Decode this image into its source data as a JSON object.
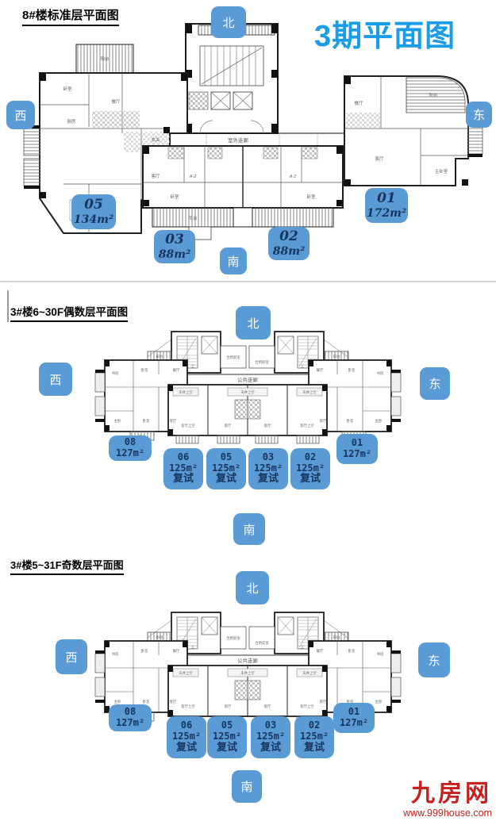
{
  "big_title": "3期平面图",
  "compass": {
    "north": "北",
    "south": "南",
    "west": "西",
    "east": "东"
  },
  "footer": {
    "logo": "九房网",
    "url": "www.999house.com"
  },
  "rooms": {
    "corridor_outdoor": "室外走廊",
    "corridor_public": "公共走廊",
    "shared_lobby": "合用前室",
    "up": "上",
    "balcony": "阳台",
    "void_well": "天井上空",
    "void_living": "客厅上空",
    "living": "客厅",
    "dining": "餐厅",
    "master": "主卧",
    "master_room": "主卧室",
    "bedroom": "卧室",
    "study": "书房",
    "kitchen": "厨房",
    "entry": "玄关",
    "unit_type": "A-2"
  },
  "section1": {
    "title": "8#楼标准层平面图",
    "units": {
      "u05": {
        "code": "05",
        "area": "134m²"
      },
      "u03": {
        "code": "03",
        "area": "88m²"
      },
      "u02": {
        "code": "02",
        "area": "88m²"
      },
      "u01": {
        "code": "01",
        "area": "172m²"
      }
    }
  },
  "section2": {
    "title": "3#楼6~30F偶数层平面图",
    "units": {
      "u08": {
        "code": "08",
        "area": "127m²"
      },
      "u06": {
        "code": "06",
        "area": "125m²",
        "note": "复试"
      },
      "u05": {
        "code": "05",
        "area": "125m²",
        "note": "复试"
      },
      "u03": {
        "code": "03",
        "area": "125m²",
        "note": "复试"
      },
      "u02": {
        "code": "02",
        "area": "125m²",
        "note": "复试"
      },
      "u01": {
        "code": "01",
        "area": "127m²"
      }
    }
  },
  "section3": {
    "title": "3#楼5~31F奇数层平面图",
    "units": {
      "u08": {
        "code": "08",
        "area": "127m²"
      },
      "u06": {
        "code": "06",
        "area": "125m²",
        "note": "复试"
      },
      "u05": {
        "code": "05",
        "area": "125m²",
        "note": "复试"
      },
      "u03": {
        "code": "03",
        "area": "125m²",
        "note": "复试"
      },
      "u02": {
        "code": "02",
        "area": "125m²",
        "note": "复试"
      },
      "u01": {
        "code": "01",
        "area": "127m²"
      }
    }
  }
}
